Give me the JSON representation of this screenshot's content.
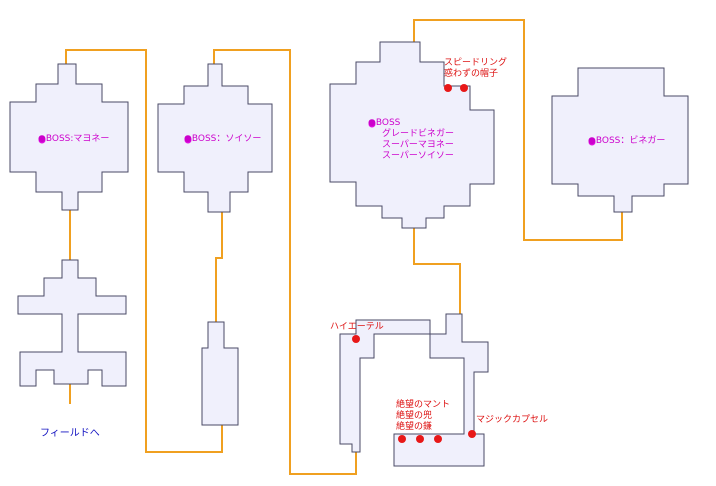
{
  "map": {
    "exit_label": "フィールドへ",
    "colors": {
      "room_fill": "#f0f0fc",
      "room_border": "#4a4a66",
      "path": "#f0a020",
      "boss_text": "#cc00cc",
      "item_text": "#dd1111",
      "exit_text": "#1010c0"
    },
    "bosses": [
      {
        "label": "●BOSS:マヨネー"
      },
      {
        "label": "●BOSS：ソイソー"
      },
      {
        "label": "●BOSS",
        "extra": [
          "グレードビネガー",
          "スーパーマヨネー",
          "スーパーソイソー"
        ]
      },
      {
        "label": "●BOSS：ビネガー"
      }
    ],
    "treasures": {
      "top_room": [
        "スピードリング",
        "惑わずの帽子"
      ],
      "hi_ether": "ハイエーテル",
      "despair_set": [
        "絶望のマント",
        "絶望の兜",
        "絶望の鎌"
      ],
      "magic_capsule": "マジックカプセル"
    }
  }
}
